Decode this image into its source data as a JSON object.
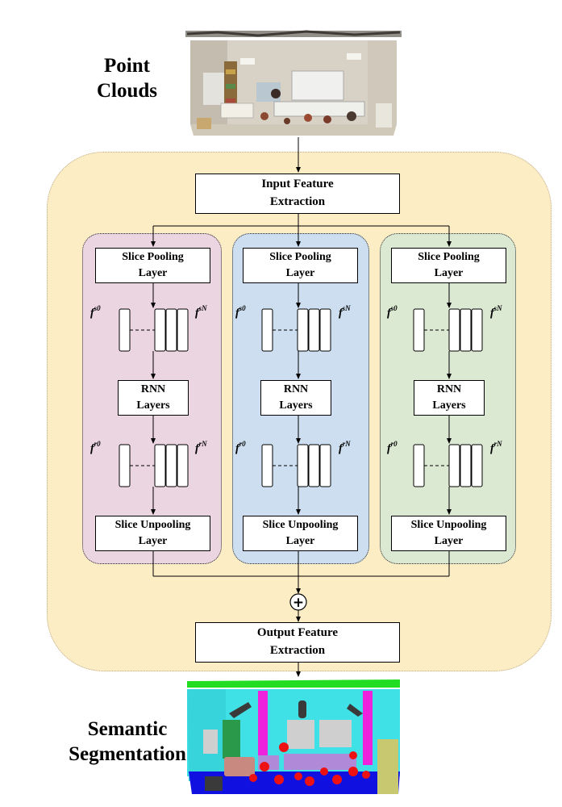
{
  "input_label": "Point\nClouds",
  "output_label": "Semantic\nSegmentation",
  "input_feature_box": "Input Feature\nExtraction",
  "output_feature_box": "Output Feature\nExtraction",
  "branches": [
    {
      "color": "#ebd5e0",
      "pool_label": "Slice Pooling\nLayer",
      "rnn_label": "RNN\nLayers",
      "unpool_label": "Slice Unpooling\nLayer",
      "fs0": {
        "base": "f",
        "sup": "s0"
      },
      "fsN": {
        "base": "f",
        "sup": "sN"
      },
      "fr0": {
        "base": "f",
        "sup": "r0"
      },
      "frN": {
        "base": "f",
        "sup": "rN"
      }
    },
    {
      "color": "#ccdef0",
      "pool_label": "Slice Pooling\nLayer",
      "rnn_label": "RNN\nLayers",
      "unpool_label": "Slice Unpooling\nLayer",
      "fs0": {
        "base": "f",
        "sup": "s0"
      },
      "fsN": {
        "base": "f",
        "sup": "sN"
      },
      "fr0": {
        "base": "f",
        "sup": "r0"
      },
      "frN": {
        "base": "f",
        "sup": "rN"
      }
    },
    {
      "color": "#dbe8d2",
      "pool_label": "Slice Pooling\nLayer",
      "rnn_label": "RNN\nLayers",
      "unpool_label": "Slice Unpooling\nLayer",
      "fs0": {
        "base": "f",
        "sup": "s0"
      },
      "fsN": {
        "base": "f",
        "sup": "sN"
      },
      "fr0": {
        "base": "f",
        "sup": "r0"
      },
      "frN": {
        "base": "f",
        "sup": "rN"
      }
    }
  ],
  "sum_symbol": "+",
  "colors": {
    "main_panel": "#fdedc4",
    "seg_wall": "#3fe0e6",
    "seg_floor": "#1010e0",
    "seg_ceiling": "#22dd22",
    "seg_column": "#ee22dd",
    "seg_chair": "#ee1111",
    "seg_table": "#b08ad8",
    "seg_board": "#cfcfcf",
    "seg_bookcase": "#2a9a4a",
    "seg_sofa": "#c88a80",
    "seg_door": "#c8c870",
    "seg_clutter": "#3a3a3a"
  }
}
